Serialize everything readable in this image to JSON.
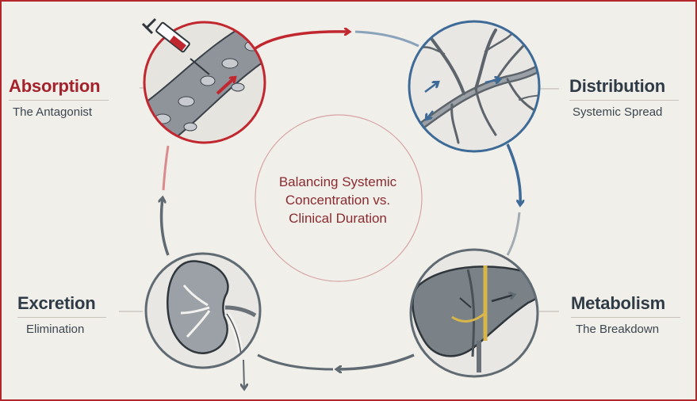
{
  "colors": {
    "accent_red": "#c0272f",
    "accent_blue": "#3d6a97",
    "neutral_gray": "#606a72",
    "title_red": "#a3222b",
    "title_dark": "#2f3b46"
  },
  "center": {
    "line1": "Balancing Systemic",
    "line2": "Concentration vs.",
    "line3": "Clinical Duration"
  },
  "stages": {
    "absorption": {
      "title": "Absorption",
      "subtitle": "The Antagonist",
      "icon": "syringe-vein-icon"
    },
    "distribution": {
      "title": "Distribution",
      "subtitle": "Systemic Spread",
      "icon": "blood-vessel-network-icon"
    },
    "metabolism": {
      "title": "Metabolism",
      "subtitle": "The Breakdown",
      "icon": "liver-icon"
    },
    "excretion": {
      "title": "Excretion",
      "subtitle": "Elimination",
      "icon": "kidney-icon"
    }
  }
}
